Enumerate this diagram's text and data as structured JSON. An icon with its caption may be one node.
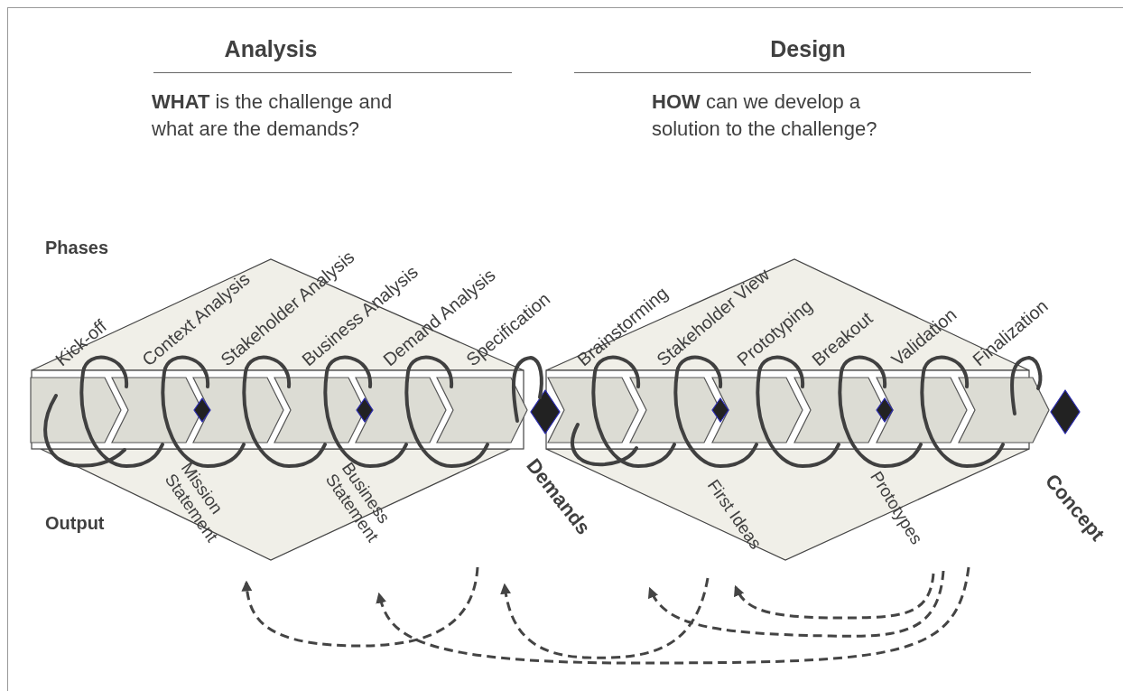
{
  "diagram": {
    "nodes": [
      {
        "text": [
          "Mission Statement"
        ]
      },
      {
        "text": [
          "Business Statement"
        ]
      },
      {
        "text": [
          "Demands"
        ]
      },
      {
        "text": [
          "First Ideas"
        ]
      },
      {
        "text": [
          "Prototypes"
        ]
      },
      {
        "text": [
          "Concept"
        ]
      }
    ],
    "edges": [
      {
        "from": 2,
        "to": 0,
        "arrow": "to",
        "style": "dashed"
      },
      {
        "from": 3,
        "to": 2,
        "arrow": "to",
        "style": "dashed"
      },
      {
        "from": 4,
        "to": 3,
        "arrow": "to",
        "style": "dashed"
      },
      {
        "from": 4,
        "to": null,
        "arrow": "to",
        "style": "dashed"
      },
      {
        "from": 4,
        "to": 1,
        "arrow": "to",
        "style": "dashed"
      }
    ],
    "labels": [
      "Analysis",
      "**WHAT** is the challenge and what are the demands?",
      "Design",
      "**HOW** can we develop a solution to the challenge?",
      "Phases",
      "Kick-off",
      "Context Analysis",
      "Stakeholder Analysis",
      "Business Analysis",
      "Demand Analysis",
      "Specification",
      "Brainstorming",
      "Stakeholder View",
      "Prototyping",
      "Breakout",
      "Validation",
      "Finalization",
      "Output"
    ]
  }
}
